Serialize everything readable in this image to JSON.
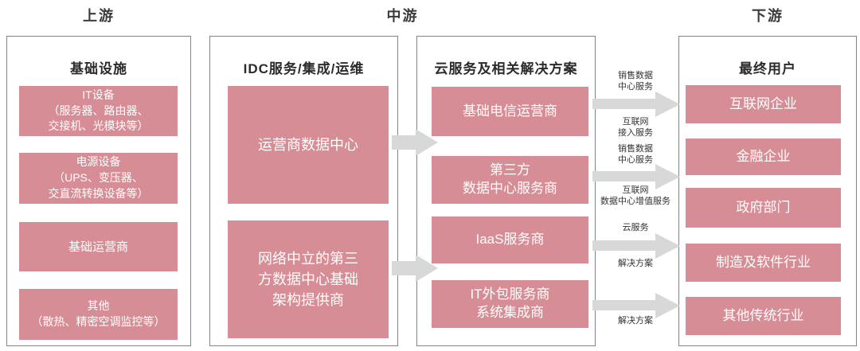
{
  "stages": {
    "upstream": "上游",
    "midstream": "中游",
    "downstream": "下游"
  },
  "columns": [
    {
      "title": "基础设施",
      "boxes": [
        {
          "text": "IT设备\n（服务器、路由器、\n交接机、光模块等）"
        },
        {
          "text": "电源设备\n（UPS、变压器、\n交直流转换设备等）"
        },
        {
          "text": "基础运营商"
        },
        {
          "text": "其他\n（散热、精密空调监控等）"
        }
      ]
    },
    {
      "title": "IDC服务/集成/运维",
      "boxes": [
        {
          "text": "运营商数据中心"
        },
        {
          "text": "网络中立的第三\n方数据中心基础\n架构提供商"
        }
      ]
    },
    {
      "title": "云服务及相关解决方案",
      "boxes": [
        {
          "text": "基础电信运营商"
        },
        {
          "text": "第三方\n数据中心服务商"
        },
        {
          "text": "IaaS服务商"
        },
        {
          "text": "IT外包服务商\n系统集成商"
        }
      ]
    },
    {
      "title": "最终用户",
      "boxes": [
        {
          "text": "互联网企业"
        },
        {
          "text": "金融企业"
        },
        {
          "text": "政府部门"
        },
        {
          "text": "制造及软件行业"
        },
        {
          "text": "其他传统行业"
        }
      ]
    }
  ],
  "flows": [
    {
      "above": "销售数据\n中心服务",
      "below": "互联网\n接入服务"
    },
    {
      "above": "销售数据\n中心服务",
      "below": "互联网\n数据中心增值服务"
    },
    {
      "above": "云服务",
      "below": "解决方案"
    },
    {
      "below": "解决方案"
    }
  ],
  "colors": {
    "node_pink": "#d78d95",
    "arrow_gray": "#d8d8d8",
    "frame_gray": "#848484"
  }
}
